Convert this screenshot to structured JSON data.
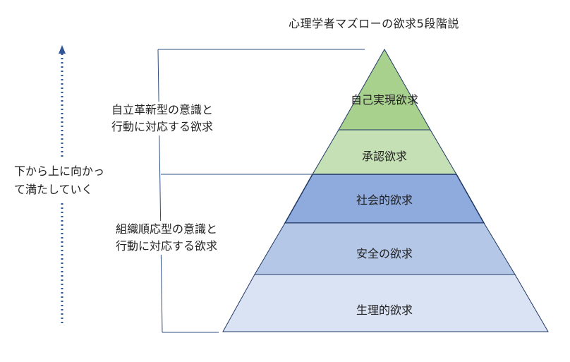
{
  "title": "心理学者マズローの欲求5段階説",
  "pyramid": {
    "tiers": [
      {
        "label": "自己実現欲求",
        "color": "#a9d18e"
      },
      {
        "label": "承認欲求",
        "color": "#c5e0b4"
      },
      {
        "label": "社会的欲求",
        "color": "#8faadc"
      },
      {
        "label": "安全の欲求",
        "color": "#b4c7e7"
      },
      {
        "label": "生理的欲求",
        "color": "#dae3f3"
      }
    ],
    "outline_color": "#1f3864"
  },
  "groups": {
    "upper_line1": "自立革新型の意識と",
    "upper_line2": "行動に対応する欲求",
    "lower_line1": "組織順応型の意識と",
    "lower_line2": "行動に対応する欲求"
  },
  "arrow": {
    "line1": "下から上に向かっ",
    "line2": "て満たしていく",
    "color": "#2f5597"
  }
}
